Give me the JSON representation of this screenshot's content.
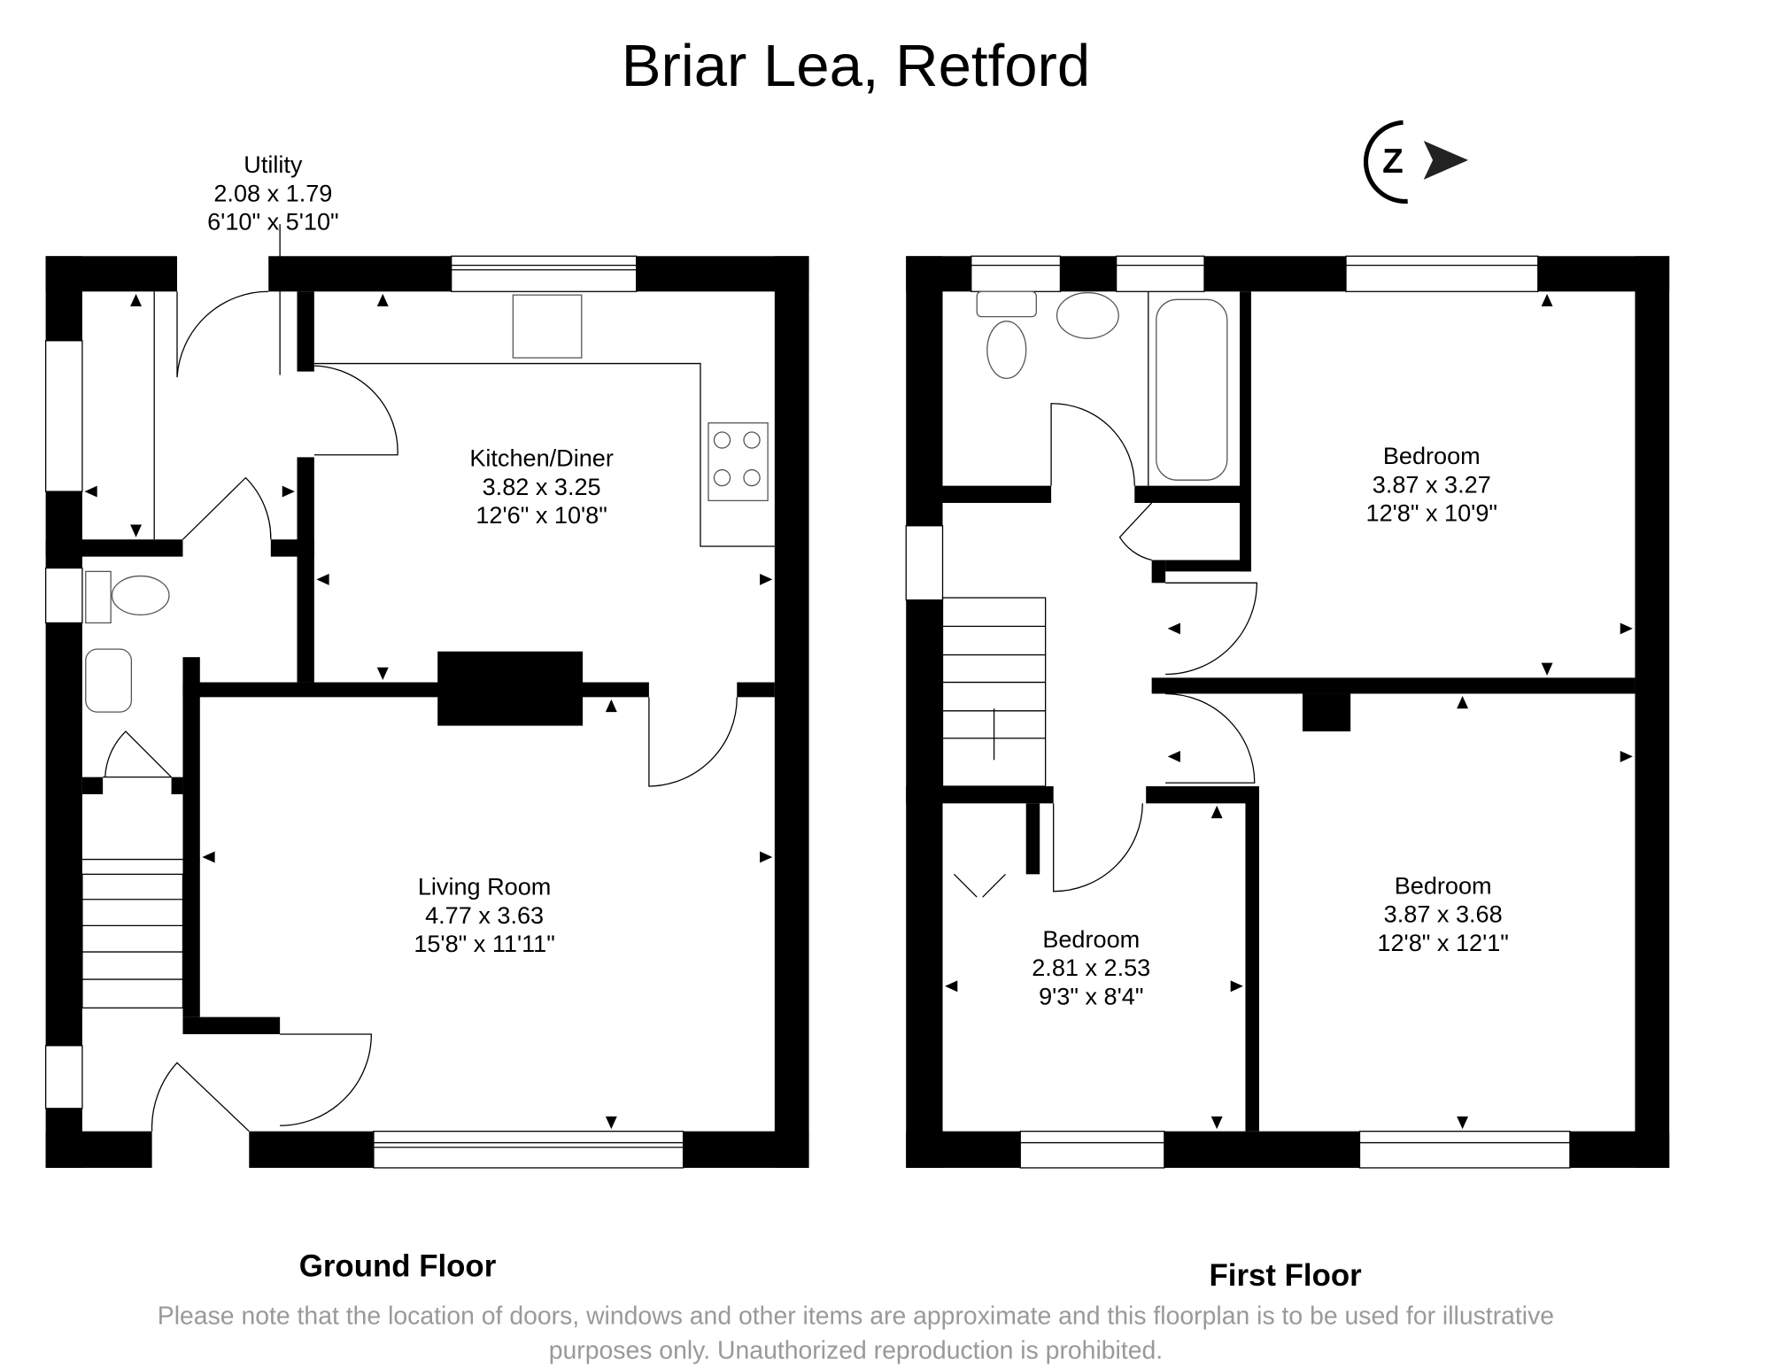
{
  "title": "Briar Lea, Retford",
  "compass": {
    "letter": "Z"
  },
  "ground_floor": {
    "label": "Ground Floor",
    "rooms": [
      {
        "name": "Utility",
        "metric": "2.08 x 1.79",
        "imperial": "6'10\" x 5'10\""
      },
      {
        "name": "Kitchen/Diner",
        "metric": "3.82 x 3.25",
        "imperial": "12'6\" x 10'8\""
      },
      {
        "name": "Living Room",
        "metric": "4.77 x 3.63",
        "imperial": "15'8\" x 11'11\""
      }
    ]
  },
  "first_floor": {
    "label": "First Floor",
    "rooms": [
      {
        "name": "Bedroom",
        "metric": "3.87 x 3.27",
        "imperial": "12'8\" x 10'9\""
      },
      {
        "name": "Bedroom",
        "metric": "3.87 x 3.68",
        "imperial": "12'8\" x 12'1\""
      },
      {
        "name": "Bedroom",
        "metric": "2.81 x 2.53",
        "imperial": "9'3\" x 8'4\""
      }
    ]
  },
  "disclaimer": {
    "line1": "Please note that the location of doors, windows and other items are approximate and this floorplan is to be used for illustrative",
    "line2": "purposes only. Unauthorized reproduction is prohibited."
  }
}
